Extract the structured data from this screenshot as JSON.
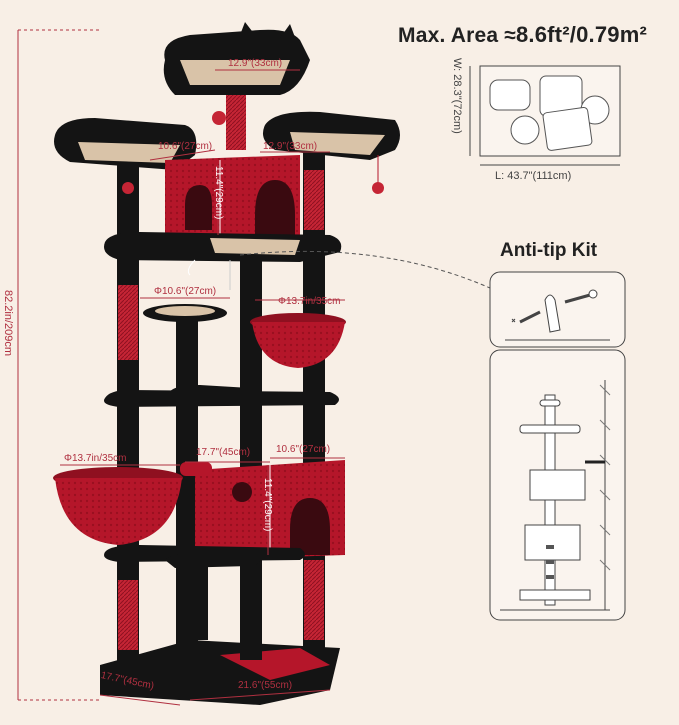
{
  "header": {
    "area_prefix": "Max. Area ≈",
    "area_value": "8.6ft²/0.79m²"
  },
  "area_diagram": {
    "width_label": "W: 28.3\"(72cm)",
    "length_label": "L: 43.7\"(111cm)"
  },
  "anti_tip": {
    "title": "Anti-tip Kit"
  },
  "dimensions": {
    "total_height": "82.2in/209cm",
    "top_perch": "12.9\"(33cm)",
    "left_perch": "10.6\"(27cm)",
    "right_perch": "12.9\"(33cm)",
    "upper_condo_height": "11.4\"(29cm)",
    "middle_platform": "Φ10.6\"(27cm)",
    "upper_basket": "Φ13.7in/35cm",
    "lower_basket": "Φ13.7in/35cm",
    "lower_span": "17.7\"(45cm)",
    "lower_condo_width": "10.6\"(27cm)",
    "lower_condo_height": "11.4\"(29cm)",
    "base_depth": "17.7\"(45cm)",
    "base_width": "21.6\"(55cm)"
  },
  "colors": {
    "red": "#b5162a",
    "black": "#141414",
    "background": "#f8efe6",
    "accent": "#b03040"
  }
}
